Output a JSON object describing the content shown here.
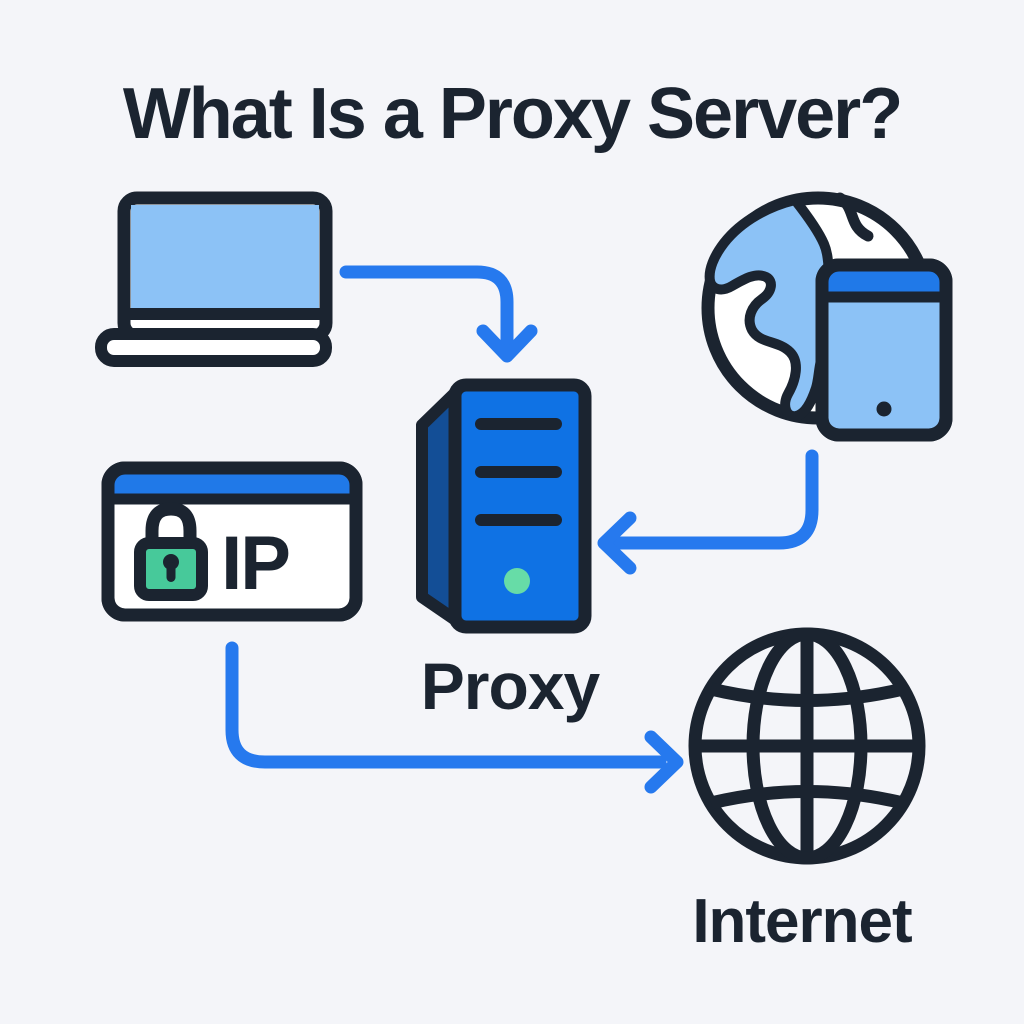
{
  "title": "What Is a Proxy Server?",
  "diagram": {
    "nodes": [
      {
        "id": "client-laptop",
        "icon": "laptop-icon",
        "label": ""
      },
      {
        "id": "user-device",
        "icon": "globe-tablet-icon",
        "label": ""
      },
      {
        "id": "proxy-server",
        "icon": "server-tower-icon",
        "label": "Proxy"
      },
      {
        "id": "ip-address",
        "icon": "ip-lock-card-icon",
        "label": "IP"
      },
      {
        "id": "internet",
        "icon": "globe-wireframe-icon",
        "label": "Internet"
      }
    ],
    "edges": [
      {
        "from": "client-laptop",
        "to": "proxy-server",
        "direction": "down"
      },
      {
        "from": "user-device",
        "to": "proxy-server",
        "direction": "left"
      },
      {
        "from": "ip-address",
        "to": "internet",
        "direction": "right"
      }
    ]
  },
  "colors": {
    "bg": "#f4f5f9",
    "ink": "#1b2430",
    "azure": "#0f72e4",
    "barblue": "#2079e8",
    "arrow": "#2679ee",
    "lightblue": "#8cc2f6",
    "sideblue": "#134e96",
    "green": "#47c99a",
    "dotgreen": "#67dca7"
  }
}
